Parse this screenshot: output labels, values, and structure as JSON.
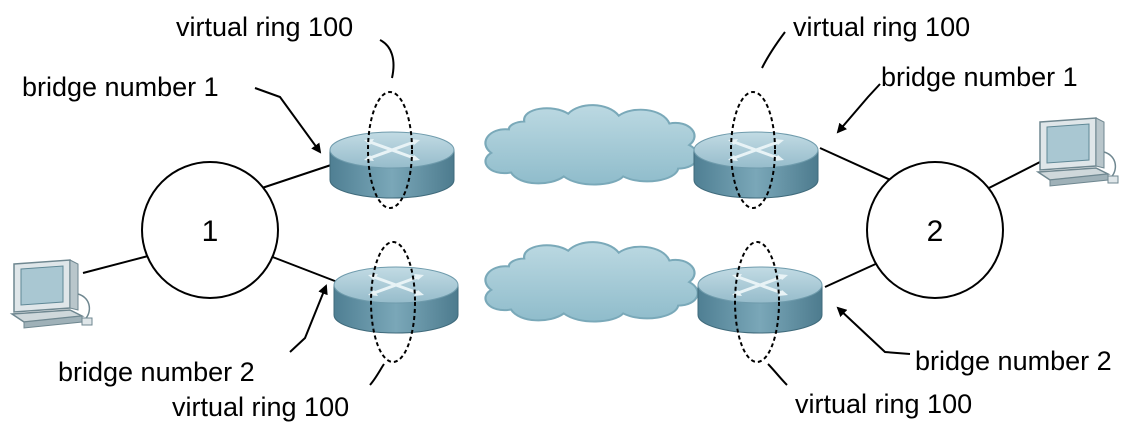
{
  "labels": {
    "top_left_vring": "virtual ring 100",
    "top_right_vring": "virtual ring 100",
    "bottom_left_vring": "virtual ring 100",
    "bottom_right_vring": "virtual ring 100",
    "top_left_bridge": "bridge number 1",
    "top_right_bridge": "bridge number 1",
    "bottom_left_bridge": "bridge number 2",
    "bottom_right_bridge": "bridge number 2"
  },
  "rings": {
    "left": "1",
    "right": "2"
  },
  "colors": {
    "router_top": "#a9c9d4",
    "router_side": "#5e8fa3",
    "cloud_fill": "#a5cad6",
    "monitor_body": "#d7dfe2",
    "monitor_screen": "#a9c7d2"
  }
}
